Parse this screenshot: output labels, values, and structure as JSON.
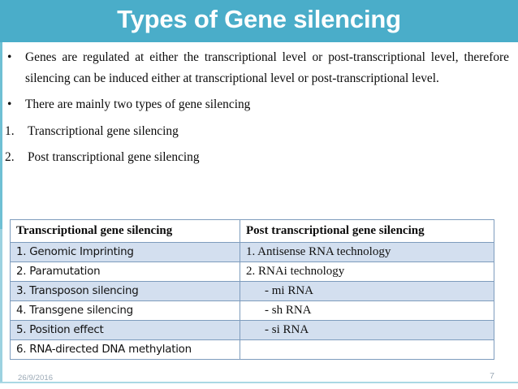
{
  "slide": {
    "title": "Types of Gene silencing",
    "header_bg": "#4AADC9",
    "title_color": "#FFFFFF",
    "accent_rule_color": "#9CD2E0"
  },
  "body": {
    "paragraphs": [
      {
        "marker": "•",
        "text": "Genes are regulated at either the transcriptional level or post-transcriptional level, therefore silencing can be induced either at transcriptional level or post-transcriptional level.",
        "style": "justify"
      },
      {
        "marker": "•",
        "text": "There are mainly two types of gene silencing",
        "style": "single"
      },
      {
        "marker": "1.",
        "text": "Transcriptional gene silencing",
        "style": "numbered"
      },
      {
        "marker": "2.",
        "text": "Post transcriptional gene silencing",
        "style": "numbered"
      }
    ]
  },
  "table": {
    "headers": [
      "Transcriptional gene silencing",
      "Post transcriptional gene silencing"
    ],
    "border_color": "#7E9CBD",
    "band_color": "#D3DFEF",
    "rows": [
      {
        "left": "1. Genomic Imprinting",
        "right": "1. Antisense  RNA technology",
        "right_indent": false,
        "banded": true
      },
      {
        "left": "2. Paramutation",
        "right": "2. RNAi technology",
        "right_indent": false,
        "banded": false
      },
      {
        "left": "3. Transposon silencing",
        "right": "-  mi RNA",
        "right_indent": true,
        "banded": true
      },
      {
        "left": "4. Transgene silencing",
        "right": "-  sh RNA",
        "right_indent": true,
        "banded": false
      },
      {
        "left": "5. Position effect",
        "right": "-  si RNA",
        "right_indent": true,
        "banded": true
      },
      {
        "left": "6. RNA-directed DNA methylation",
        "right": "",
        "right_indent": false,
        "banded": false
      }
    ]
  },
  "footer": {
    "date": "26/9/2016",
    "page_number": "7",
    "text_color": "#9AA8B5"
  }
}
